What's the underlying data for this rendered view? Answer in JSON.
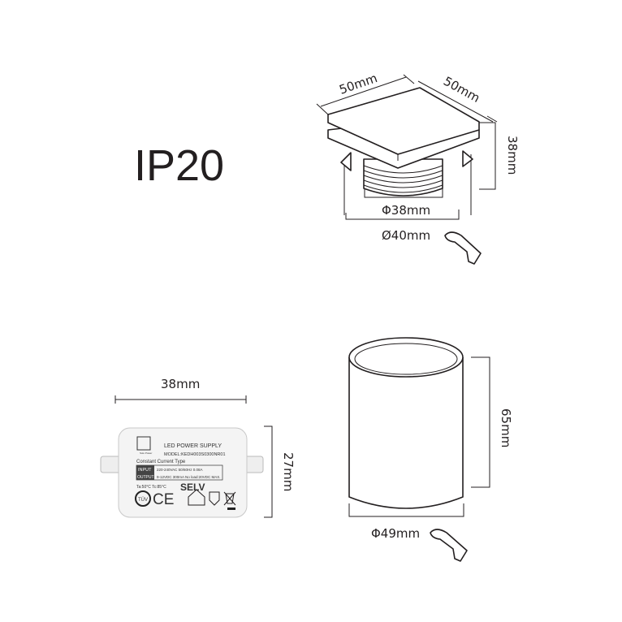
{
  "rating": "IP20",
  "recessed_fixture": {
    "width_1": "50mm",
    "width_2": "50mm",
    "height": "38mm",
    "inner_diameter": "Φ38mm",
    "cutout_diameter": "Ø40mm"
  },
  "driver": {
    "width": "38mm",
    "height": "27mm",
    "label": {
      "brand": "Solo Power",
      "title": "LED POWER SUPPLY",
      "model": "MODEL:KEDH003S0300NR01",
      "type": "Constant Current Type",
      "input_key": "INPUT",
      "input_val": "220-240VAC 50/60Hz 0.08A",
      "output_key": "OUTPUT",
      "output_val": "9-12VDC 300mA No load:20VDC MAX.",
      "temps": "Ta:50°C  Tc:85°C",
      "selv": "SELV",
      "ce": "CE",
      "tuv": "TÜV"
    }
  },
  "surface_fixture": {
    "height": "65mm",
    "diameter": "Φ49mm"
  }
}
